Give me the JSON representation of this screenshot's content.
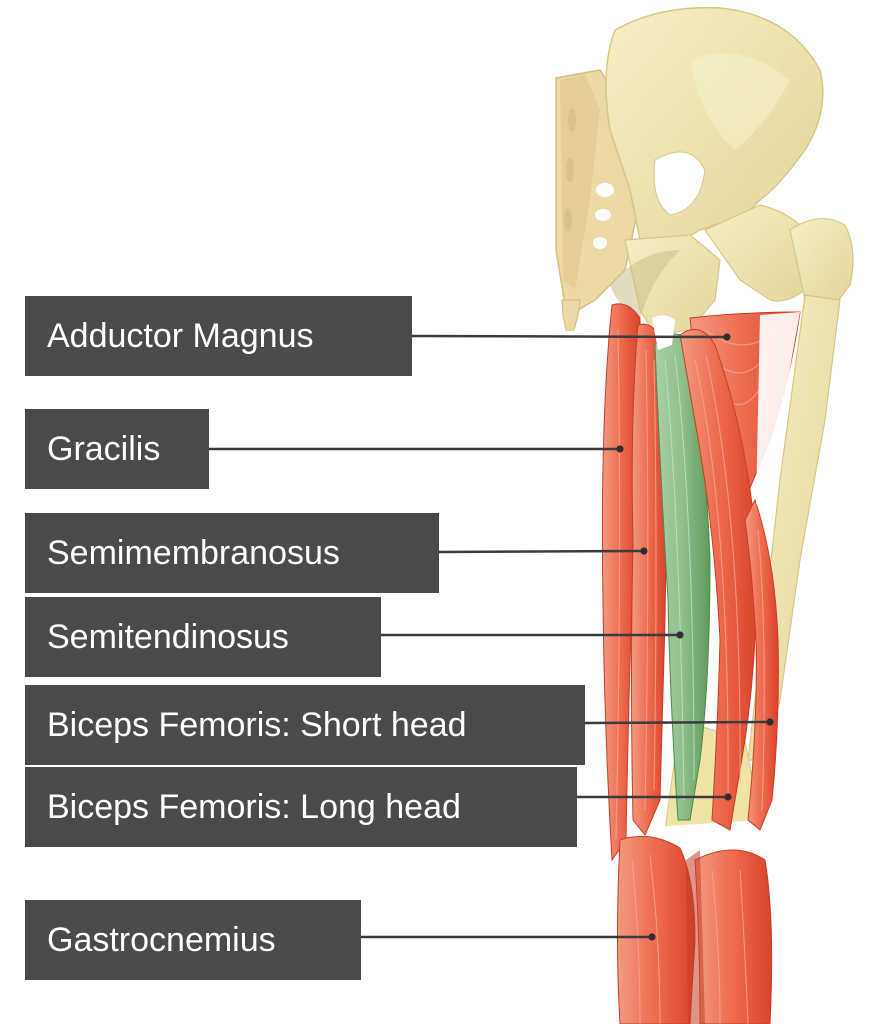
{
  "colors": {
    "bone": "#f1e8b0",
    "bone_shadow": "#e0d38d",
    "muscle": "#ee6a4e",
    "muscle_dark": "#d9442b",
    "muscle_highlight": "#f4a793",
    "highlight_muscle": "#8fbf8c",
    "highlight_muscle_dark": "#5e9a5c",
    "label_bg": "#4a4a4a",
    "label_text": "#ffffff",
    "leader_line": "#3b3b3b"
  },
  "labels": [
    {
      "id": "adductor-magnus",
      "text": "Adductor Magnus"
    },
    {
      "id": "gracilis",
      "text": "Gracilis"
    },
    {
      "id": "semimembranosus",
      "text": "Semimembranosus"
    },
    {
      "id": "semitendinosus",
      "text": "Semitendinosus",
      "highlighted": true
    },
    {
      "id": "biceps-femoris-short-head",
      "text": "Biceps Femoris: Short head"
    },
    {
      "id": "biceps-femoris-long-head",
      "text": "Biceps Femoris: Long head"
    },
    {
      "id": "gastrocnemius",
      "text": "Gastrocnemius"
    }
  ]
}
